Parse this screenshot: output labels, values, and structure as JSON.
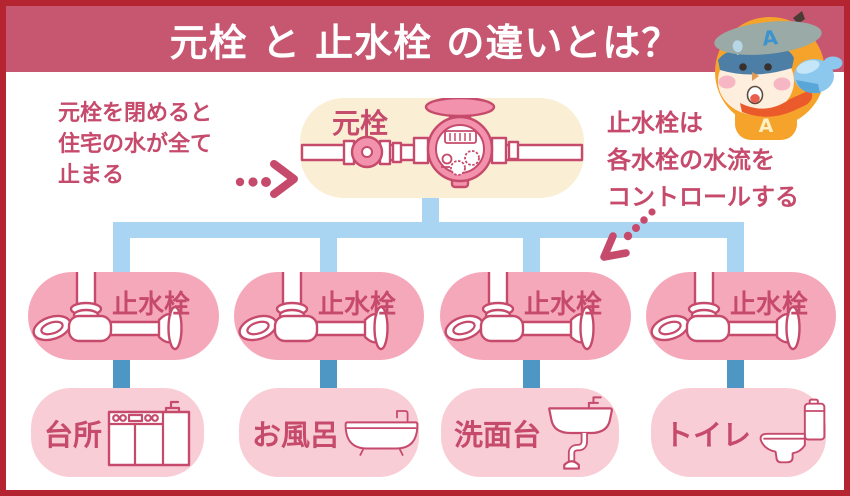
{
  "header": {
    "title": "元栓 と 止水栓 の違いとは？"
  },
  "left_note": {
    "lines": [
      "元栓を閉めると",
      "住宅の水が全て",
      "止まる"
    ]
  },
  "right_note": {
    "lines": [
      "止水栓は",
      "各水栓の水流を",
      "コントロールする"
    ]
  },
  "main_valve": {
    "label": "元栓",
    "icon": "water-meter-icon"
  },
  "stop_valves": [
    {
      "label": "止水栓",
      "icon": "angle-valve-icon"
    },
    {
      "label": "止水栓",
      "icon": "angle-valve-icon"
    },
    {
      "label": "止水栓",
      "icon": "angle-valve-icon"
    },
    {
      "label": "止水栓",
      "icon": "angle-valve-icon"
    }
  ],
  "fixtures": [
    {
      "label": "台所",
      "icon": "kitchen-sink-icon"
    },
    {
      "label": "お風呂",
      "icon": "bathtub-icon"
    },
    {
      "label": "洗面台",
      "icon": "washbasin-icon"
    },
    {
      "label": "トイレ",
      "icon": "toilet-icon"
    }
  ],
  "mascot": {
    "icon": "helmet-kid-mascot",
    "headband_letter": "A",
    "chest_letter": "A"
  },
  "arrows": {
    "left": "dotted-arrow-right-icon",
    "right": "dotted-arrow-down-left-icon"
  },
  "colors": {
    "border": "#b42431",
    "header_bg": "#c75670",
    "title_text": "#ffffff",
    "crimson": "#c64a6b",
    "cream": "#faeed4",
    "pink": "#f6a8bb",
    "pink_light": "#f9cdd6",
    "blue_light": "#a9d4f2",
    "blue_dark": "#4e97c5",
    "meter_pink": "#f292ad",
    "bg": "#ffffff"
  }
}
